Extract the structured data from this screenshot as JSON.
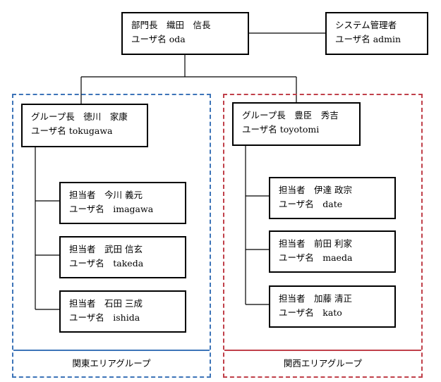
{
  "colors": {
    "kanto_frame": "#3d74b8",
    "kansai_frame": "#c0404a",
    "line": "#000000"
  },
  "top": {
    "manager": {
      "role_name": "部門長　織田　信長",
      "username": "ユーザ名 oda"
    },
    "admin": {
      "role_name": "システム管理者",
      "username": "ユーザ名 admin"
    }
  },
  "groups": [
    {
      "label": "関東エリアグループ",
      "leader": {
        "role_name": "グループ長　徳川　家康",
        "username": "ユーザ名 tokugawa"
      },
      "members": [
        {
          "role_name": "担当者　今川 義元",
          "username": "ユーザ名　imagawa"
        },
        {
          "role_name": "担当者　武田 信玄",
          "username": "ユーザ名　takeda"
        },
        {
          "role_name": "担当者　石田 三成",
          "username": "ユーザ名　ishida"
        }
      ]
    },
    {
      "label": "関西エリアグループ",
      "leader": {
        "role_name": "グループ長　豊臣　秀吉",
        "username": "ユーザ名 toyotomi"
      },
      "members": [
        {
          "role_name": "担当者　伊達 政宗",
          "username": "ユーザ名　date"
        },
        {
          "role_name": "担当者　前田 利家",
          "username": "ユーザ名　maeda"
        },
        {
          "role_name": "担当者　加藤 清正",
          "username": "ユーザ名　kato"
        }
      ]
    }
  ]
}
